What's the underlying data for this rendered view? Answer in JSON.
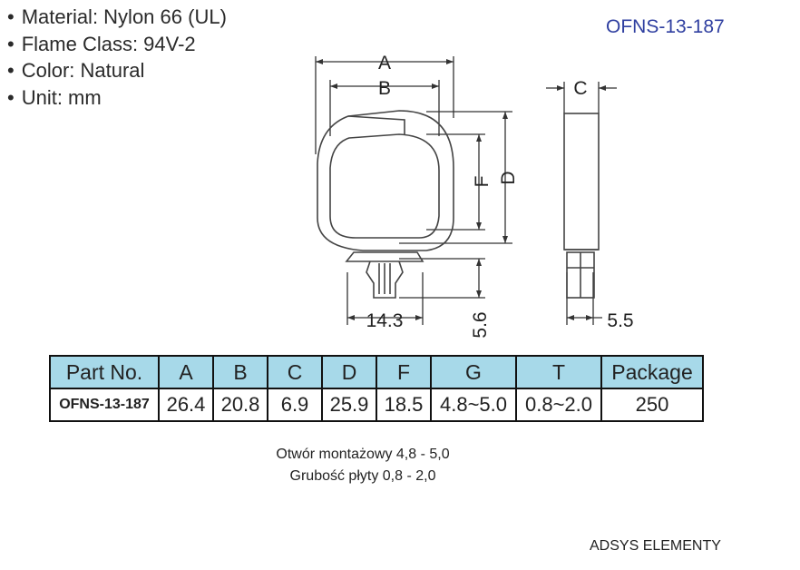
{
  "specs": [
    "Material: Nylon 66 (UL)",
    "Flame Class: 94V-2",
    "Color: Natural",
    "Unit: mm"
  ],
  "model_title": "OFNS-13-187",
  "drawing": {
    "labels": {
      "a": "A",
      "b": "B",
      "c": "C",
      "d": "D",
      "f": "F"
    },
    "dims": {
      "width": "14.3",
      "height": "5.6",
      "side": "5.5"
    }
  },
  "table": {
    "headers": [
      "Part No.",
      "A",
      "B",
      "C",
      "D",
      "F",
      "G",
      "T",
      "Package"
    ],
    "rows": [
      [
        "OFNS-13-187",
        "26.4",
        "20.8",
        "6.9",
        "25.9",
        "18.5",
        "4.8~5.0",
        "0.8~2.0",
        "250"
      ]
    ]
  },
  "notes": {
    "line1": "Otwór montażowy 4,8 - 5,0",
    "line2": "Grubość płyty  0,8 - 2,0"
  },
  "brand": "ADSYS ELEMENTY"
}
